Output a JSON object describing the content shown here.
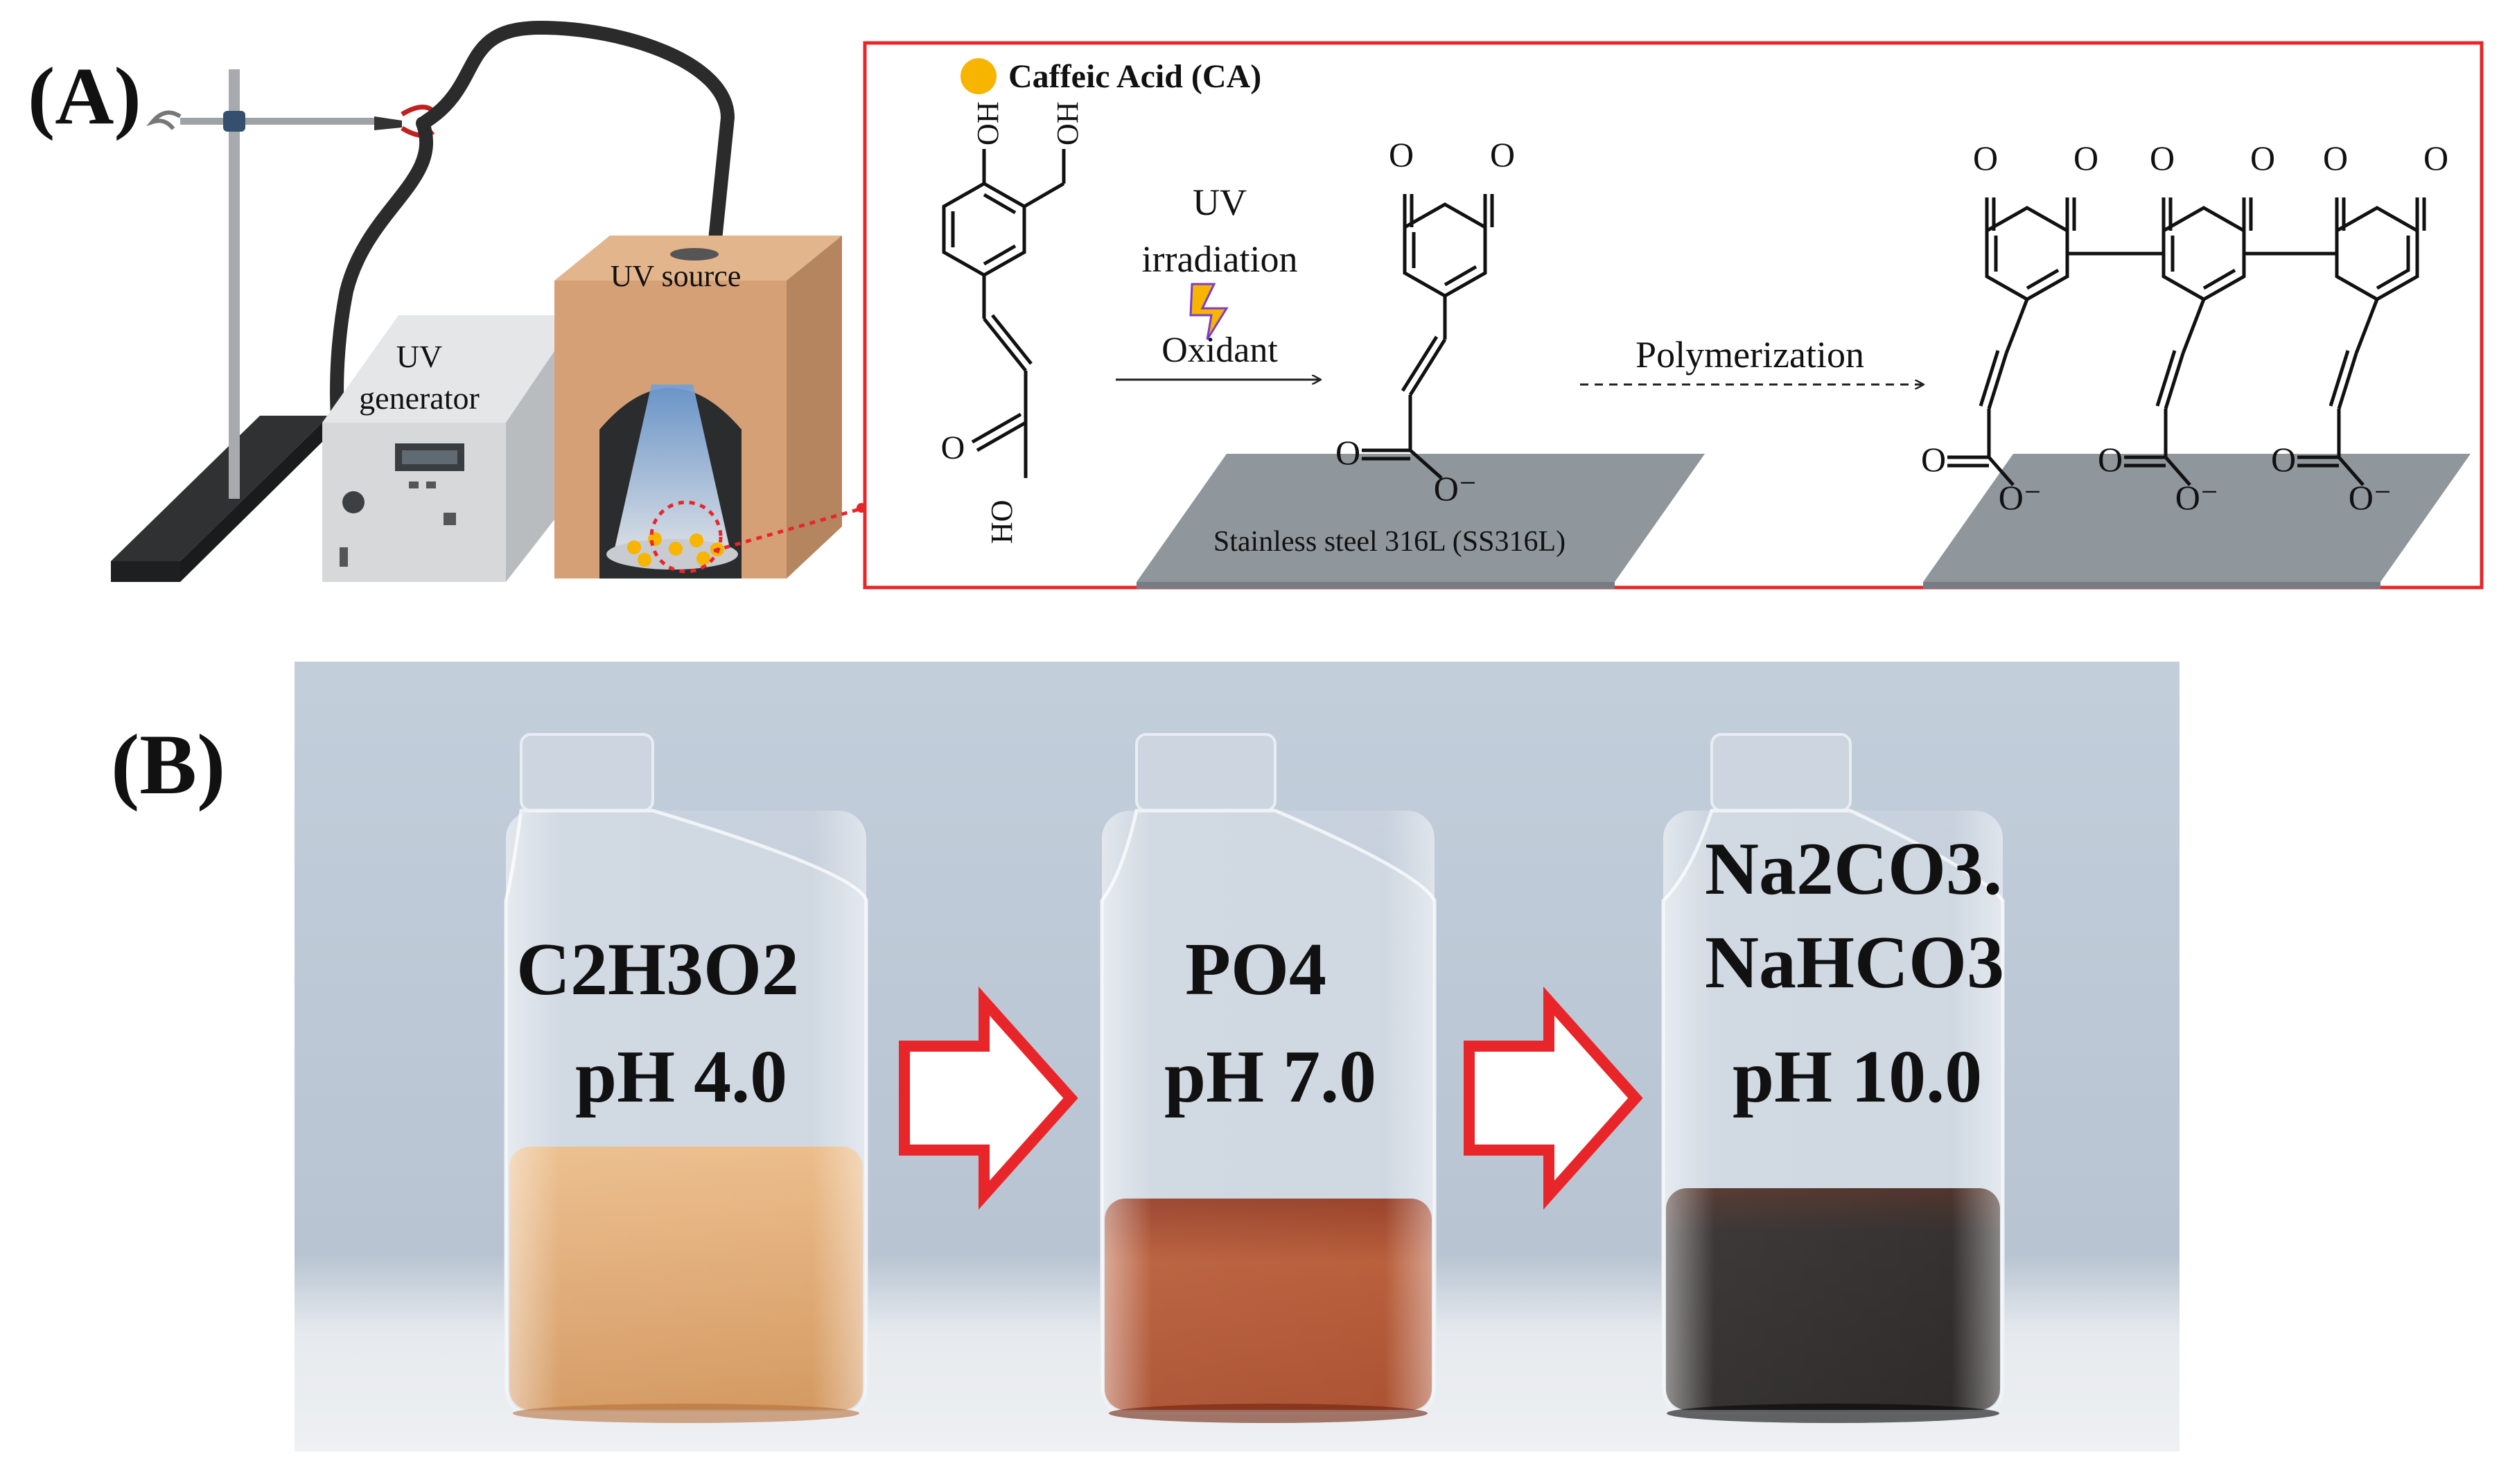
{
  "panel_a": {
    "label": "(A)",
    "uv_source_label": "UV source",
    "uv_generator_line1": "UV",
    "uv_generator_line2": "generator",
    "legend_caffeic": "Caffeic Acid (CA)",
    "uv_line1": "UV",
    "uv_line2": "irradiation",
    "oxidant": "Oxidant",
    "polymerization": "Polymerization",
    "substrate": "Stainless steel 316L (SS316L)",
    "atom_o": "O",
    "atom_oh": "OH",
    "atom_ho": "HO",
    "atom_o_minus": "O⁻"
  },
  "panel_b": {
    "label": "(B)",
    "bottle1_line1": "C2H3O2",
    "bottle1_ph": "pH 4.0",
    "bottle2_line1": "PO4",
    "bottle2_ph": "pH 7.0",
    "bottle3_line1": "Na2CO3.",
    "bottle3_line2": "NaHCO3",
    "bottle3_ph": "pH 10.0"
  },
  "colors": {
    "highlight_red": "#e8262a",
    "caffeic_dot": "#f7b500",
    "photo_bg": "#bcc8d6",
    "liquid_ph4": "#d99a5a",
    "liquid_ph7": "#a8401c",
    "liquid_ph10": "#161313",
    "substrate_gray": "#8f969c",
    "uv_box": "#d6a077"
  }
}
